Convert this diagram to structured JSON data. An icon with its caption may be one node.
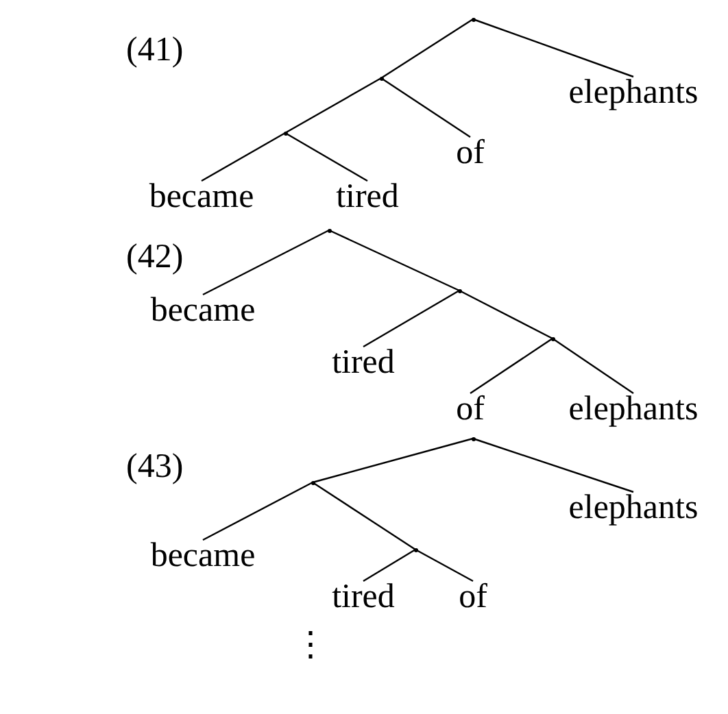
{
  "diagram": {
    "nodes": [
      {
        "text": [],
        "shape": "point"
      },
      {
        "text": [],
        "shape": "point"
      },
      {
        "text": [],
        "shape": "point"
      },
      {
        "text": [
          "became"
        ]
      },
      {
        "text": [
          "tired"
        ]
      },
      {
        "text": [
          "of"
        ]
      },
      {
        "text": [
          "elephants"
        ]
      },
      {
        "text": [],
        "shape": "point"
      },
      {
        "text": [
          "became"
        ]
      },
      {
        "text": [],
        "shape": "point"
      },
      {
        "text": [
          "tired"
        ]
      },
      {
        "text": [],
        "shape": "point"
      },
      {
        "text": [
          "of"
        ]
      },
      {
        "text": [
          "elephants"
        ]
      },
      {
        "text": [],
        "shape": "point"
      },
      {
        "text": [],
        "shape": "point"
      },
      {
        "text": [
          "elephants"
        ]
      },
      {
        "text": [
          "became"
        ]
      },
      {
        "text": [],
        "shape": "point"
      },
      {
        "text": [
          "tired"
        ]
      },
      {
        "text": [
          "of"
        ]
      }
    ],
    "edges": [
      {
        "from": 0,
        "to": 6,
        "arrow": "none"
      },
      {
        "from": 0,
        "to": 1,
        "arrow": "none"
      },
      {
        "from": 1,
        "to": 5,
        "arrow": "none"
      },
      {
        "from": 1,
        "to": 2,
        "arrow": "none"
      },
      {
        "from": 2,
        "to": 3,
        "arrow": "none"
      },
      {
        "from": 2,
        "to": 4,
        "arrow": "none"
      },
      {
        "from": 7,
        "to": 8,
        "arrow": "none"
      },
      {
        "from": 7,
        "to": 9,
        "arrow": "none"
      },
      {
        "from": 9,
        "to": 10,
        "arrow": "none"
      },
      {
        "from": 9,
        "to": 11,
        "arrow": "none"
      },
      {
        "from": 11,
        "to": 12,
        "arrow": "none"
      },
      {
        "from": 11,
        "to": 13,
        "arrow": "none"
      },
      {
        "from": 14,
        "to": 16,
        "arrow": "none"
      },
      {
        "from": 14,
        "to": 15,
        "arrow": "none"
      },
      {
        "from": 15,
        "to": 17,
        "arrow": "none"
      },
      {
        "from": 15,
        "to": 18,
        "arrow": "none"
      },
      {
        "from": 18,
        "to": 19,
        "arrow": "none"
      },
      {
        "from": 18,
        "to": 20,
        "arrow": "none"
      }
    ],
    "labels": [
      "(41)",
      "(42)",
      "(43)",
      "⋮"
    ]
  }
}
